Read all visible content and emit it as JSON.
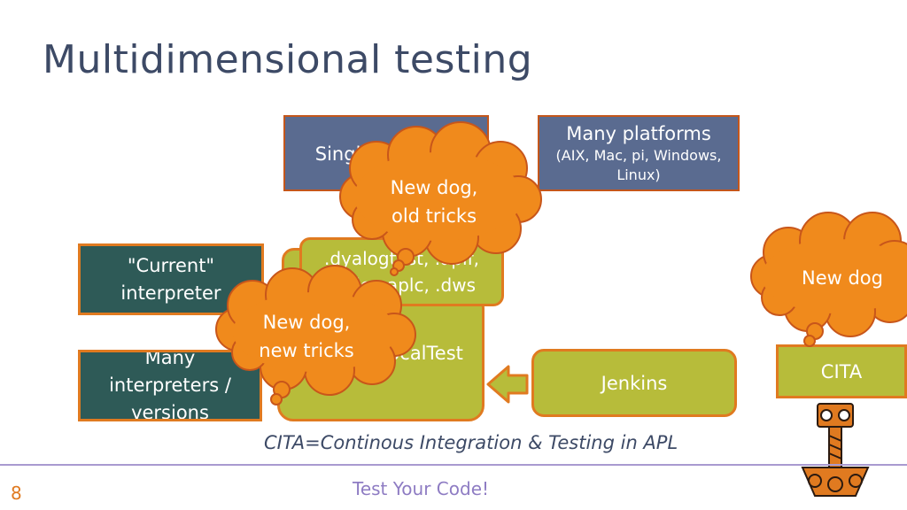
{
  "slide": {
    "title": "Multidimensional testing",
    "caption": "CITA=Continous Integration & Testing in APL",
    "footer": "Test Your Code!",
    "page_number": "8"
  },
  "boxes": {
    "single_platform": "Single platform",
    "many_platforms_title": "Many platforms",
    "many_platforms_detail_1": "(AIX, Mac, pi, Windows,",
    "many_platforms_detail_2": "Linux)",
    "current_interpreter_1": "\"Current\"",
    "current_interpreter_2": "interpreter",
    "many_interpreters_1": "Many",
    "many_interpreters_2": "interpreters /",
    "many_interpreters_3": "versions",
    "files_1": ".dyalogtest, .aplf,",
    "files_2": ".aplc, .aplc, .dws",
    "localtest": "LocalTest",
    "jenkins": "Jenkins",
    "cita": "CITA"
  },
  "callouts": {
    "old_tricks_1": "New dog,",
    "old_tricks_2": "old tricks",
    "new_tricks_1": "New dog,",
    "new_tricks_2": "new tricks",
    "new_dog": "New dog"
  },
  "colors": {
    "slate": "#5a6b90",
    "teal": "#2e5a57",
    "olive": "#b7bc3a",
    "orange": "#f08a1c",
    "title": "#3d4a66"
  },
  "icons": {
    "logo": "thor-hammer-logo",
    "arrow": "left-arrow-icon"
  }
}
